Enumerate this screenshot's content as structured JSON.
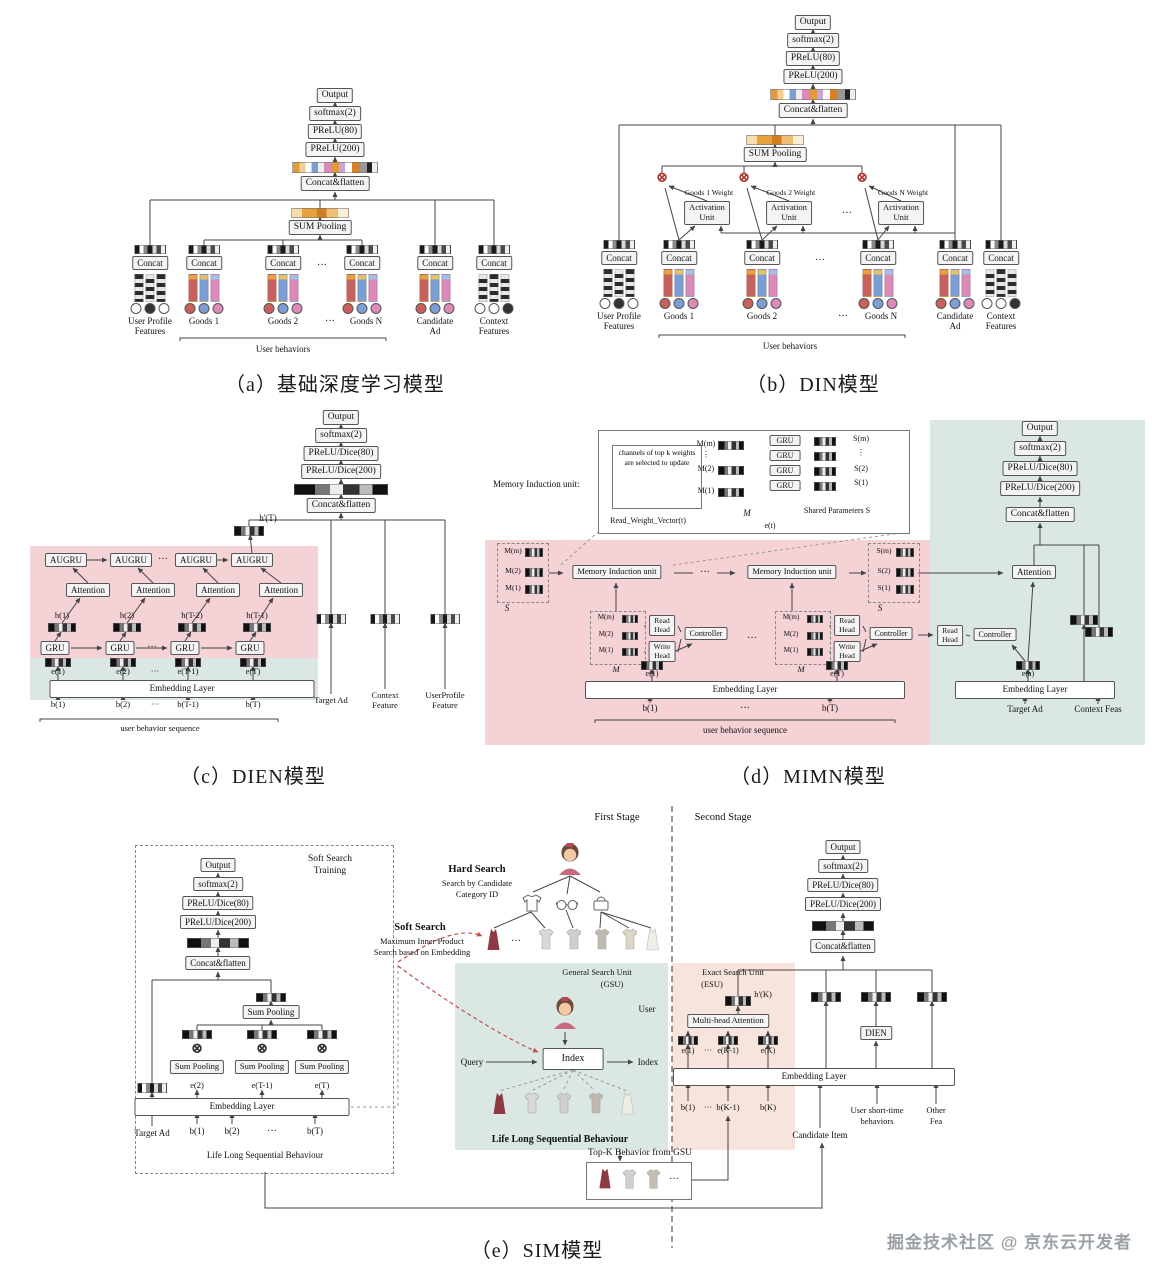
{
  "colors": {
    "pink_bg": "#f5d2d6",
    "teal_bg": "#dbe7e3",
    "peach_bg": "#f7e4dc",
    "accent_orange": "#e6a23c",
    "accent_red": "#c9605b",
    "accent_blue": "#7b9fd4",
    "accent_pink": "#dc8ab8"
  },
  "captions": {
    "a": "（a）基础深度学习模型",
    "b": "（b）DIN模型",
    "c": "（c）DIEN模型",
    "d": "（d）MIMN模型",
    "e": "（e）SIM模型"
  },
  "watermark": "掘金技术社区 @ 京东云开发者",
  "common": {
    "output": "Output",
    "softmax": "softmax(2)",
    "prelu80": "PReLU(80)",
    "prelu200": "PReLU(200)",
    "pd80": "PReLU/Dice(80)",
    "pd200": "PReLU/Dice(200)",
    "concat_flatten": "Concat&flatten",
    "sum_pooling": "SUM Pooling",
    "sum_pooling2": "Sum Pooling",
    "concat": "Concat",
    "embedding_layer": "Embedding Layer",
    "dots": "···",
    "vdots": "⋮",
    "otimes": "⊗",
    "user_behaviors": "User behaviors",
    "user_behavior_sequence": "user behavior sequence",
    "gru": "GRU",
    "augru": "AUGRU",
    "attention": "Attention",
    "target_ad": "Target Ad"
  },
  "panel_a": {
    "groups": [
      {
        "l1": "User Profile",
        "l2": "Features"
      },
      {
        "l1": "Goods 1",
        "l2": ""
      },
      {
        "l1": "Goods 2",
        "l2": ""
      },
      {
        "l1": "Goods N",
        "l2": ""
      },
      {
        "l1": "Candidate",
        "l2": "Ad"
      },
      {
        "l1": "Context",
        "l2": "Features"
      }
    ]
  },
  "panel_b": {
    "weights": [
      "Goods 1 Weight",
      "Goods 2 Weight",
      "Goods N Weight"
    ],
    "activation": "Activation",
    "unit": "Unit"
  },
  "panel_c": {
    "h_out": "h'(T)",
    "h": [
      "h(1)",
      "h(2)",
      "h(T-2)",
      "h(T-1)"
    ],
    "e": [
      "e(1)",
      "e(2)",
      "e(T-1)",
      "e(T)"
    ],
    "b": [
      "b(1)",
      "b(2)",
      "b(T-1)",
      "b(T)"
    ],
    "col_target": "Target Ad",
    "col_context1": "Context",
    "col_context2": "Feature",
    "col_profile1": "UserProfile",
    "col_profile2": "Feature"
  },
  "panel_d": {
    "miu_label": "Memory Induction unit:",
    "channels_text": "channels of top k weights are selected to update",
    "m_stack": [
      "M(m)",
      "M(2)",
      "M(1)"
    ],
    "s_stack": [
      "S(m)",
      "S(2)",
      "S(1)"
    ],
    "shared_params": "Shared Parameters S",
    "read_weight_vector": "Read_Weight_Vector(t)",
    "m": "M",
    "s": "S",
    "e_t": "e(t)",
    "miu_box": "Memory Induction unit",
    "read": "Read",
    "write": "Write",
    "head": "Head",
    "controller": "Controller",
    "e1": "e(1)",
    "eT": "e(T)",
    "ea": "e(a)",
    "b1": "b(1)",
    "bT": "b(T)",
    "context_feas": "Context Feas"
  },
  "panel_e": {
    "sst1": "Soft Search",
    "sst2": "Training",
    "e": [
      "e(2)",
      "e(T-1)",
      "e(T)"
    ],
    "b": [
      "b(1)",
      "b(2)",
      "b(T)"
    ],
    "llsb": "Life Long Sequential Behaviour",
    "first_stage": "First Stage",
    "second_stage": "Second Stage",
    "hard_search": "Hard Search",
    "hard_sub1": "Search by Candidate",
    "hard_sub2": "Category ID",
    "soft_search": "Soft Search",
    "soft_sub1": "Maximum Inner Product",
    "soft_sub2": "Search based on Embedding",
    "gsu1": "General Search Unit",
    "gsu2": "(GSU)",
    "esu1": "Exact Search Unit",
    "esu2": "(ESU)",
    "user": "User",
    "query": "Query",
    "index": "Index",
    "index_out": "Index",
    "h_k": "h'(K)",
    "mha": "Multi-head Attention",
    "e2": [
      "e(1)",
      "e(K-1)",
      "e(K)"
    ],
    "b2": [
      "b(1)",
      "b(K-1)",
      "b(K)"
    ],
    "dien": "DIEN",
    "candidate_item": "Candidate Item",
    "us1": "User short-time",
    "us2": "behaviors",
    "of1": "Other",
    "of2": "Fea",
    "topk": "Top-K Behavior from GSU"
  }
}
